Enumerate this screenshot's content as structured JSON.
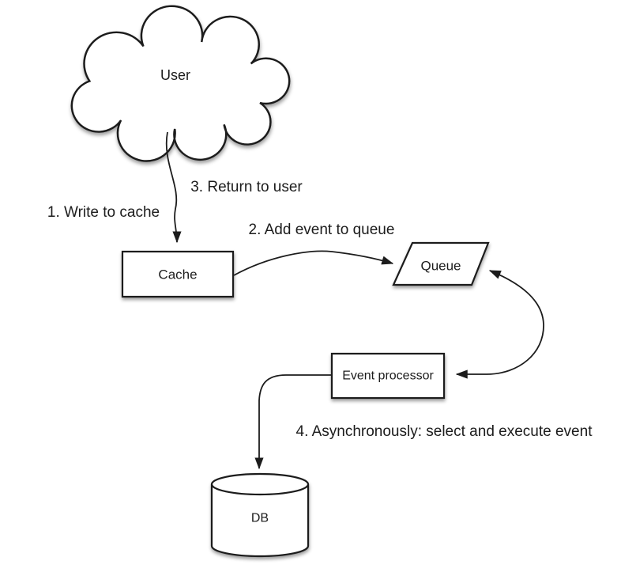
{
  "diagram": {
    "type": "flow-diagram",
    "background_color": "#ffffff",
    "stroke_color": "#1c1c1c",
    "text_color": "#1c1c1c",
    "nodes": {
      "user": {
        "label": "User",
        "shape": "cloud"
      },
      "cache": {
        "label": "Cache",
        "shape": "rectangle"
      },
      "queue": {
        "label": "Queue",
        "shape": "parallelogram"
      },
      "event_processor": {
        "label": "Event processor",
        "shape": "rectangle"
      },
      "db": {
        "label": "DB",
        "shape": "cylinder"
      }
    },
    "steps": {
      "step1": "1. Write to cache",
      "step2": "2. Add event to queue",
      "step3": "3. Return to user",
      "step4": "4. Asynchronously: select and execute event"
    },
    "edges": [
      {
        "from": "user",
        "to": "cache",
        "label": "1. Write to cache",
        "style": "single-arrow"
      },
      {
        "from": "cache",
        "to": "queue",
        "label": "2. Add event to queue",
        "style": "single-arrow"
      },
      {
        "from": "user",
        "to": "cache",
        "label": "3. Return to user",
        "style": "annotation"
      },
      {
        "from": "queue",
        "to": "event_processor",
        "label": "",
        "style": "double-arrow"
      },
      {
        "from": "event_processor",
        "to": "db",
        "label": "4. Asynchronously: select and execute event",
        "style": "single-arrow"
      }
    ]
  }
}
